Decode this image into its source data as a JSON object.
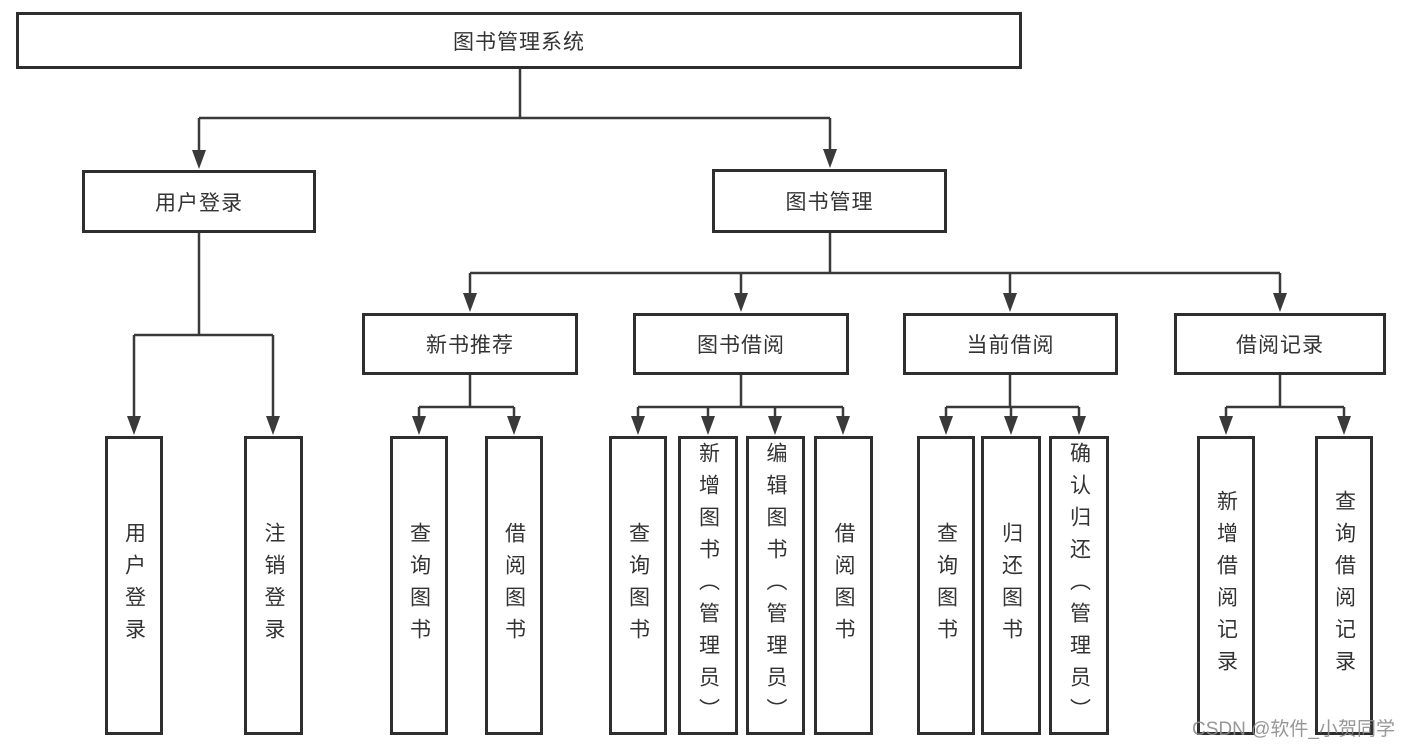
{
  "diagram_title": "图书管理系统",
  "tree": {
    "label": "图书管理系统",
    "children": [
      {
        "label": "用户登录",
        "children": [
          {
            "label": "用户登录"
          },
          {
            "label": "注销登录"
          }
        ]
      },
      {
        "label": "图书管理",
        "children": [
          {
            "label": "新书推荐",
            "children": [
              {
                "label": "查询图书"
              },
              {
                "label": "借阅图书"
              }
            ]
          },
          {
            "label": "图书借阅",
            "children": [
              {
                "label": "查询图书"
              },
              {
                "label": "新增图书（管理员）"
              },
              {
                "label": "编辑图书（管理员）"
              },
              {
                "label": "借阅图书"
              }
            ]
          },
          {
            "label": "当前借阅",
            "children": [
              {
                "label": "查询图书"
              },
              {
                "label": "归还图书"
              },
              {
                "label": "确认归还（管理员）"
              }
            ]
          },
          {
            "label": "借阅记录",
            "children": [
              {
                "label": "新增借阅记录"
              },
              {
                "label": "查询借阅记录"
              }
            ]
          }
        ]
      }
    ]
  },
  "watermark": "CSDN @软件_小贺同学",
  "colors": {
    "line": "#3a3a3a",
    "box_border": "#2e2e2e",
    "text": "#333333",
    "watermark": "#8c8c8c",
    "background": "#ffffff"
  }
}
